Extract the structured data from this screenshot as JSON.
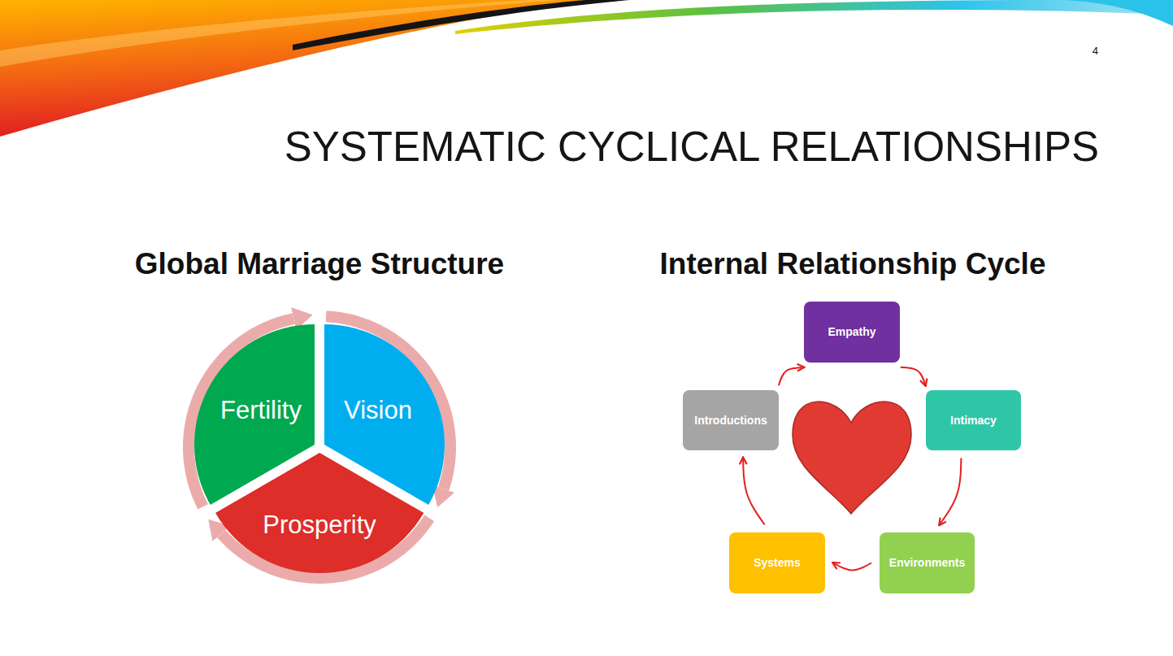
{
  "diagram": {
    "title": "SYSTEMATIC CYCLICAL RELATIONSHIPS",
    "nodes": [
      {
        "text": [
          "Fertility"
        ]
      },
      {
        "text": [
          "Vision"
        ]
      },
      {
        "text": [
          "Prosperity"
        ]
      },
      {
        "text": [
          "Empathy"
        ]
      },
      {
        "text": [
          "Intimacy"
        ]
      },
      {
        "text": [
          "Environments"
        ]
      },
      {
        "text": [
          "Systems"
        ]
      },
      {
        "text": [
          "Introductions"
        ]
      }
    ],
    "edges": [
      {
        "from": 0,
        "to": 1,
        "arrow": "to"
      },
      {
        "from": 1,
        "to": 2,
        "arrow": "to"
      },
      {
        "from": 2,
        "to": 0,
        "arrow": "to"
      },
      {
        "from": 7,
        "to": 3,
        "arrow": "to"
      },
      {
        "from": 3,
        "to": 4,
        "arrow": "to"
      },
      {
        "from": 4,
        "to": 5,
        "arrow": "to"
      },
      {
        "from": 5,
        "to": 6,
        "arrow": "to"
      },
      {
        "from": 6,
        "to": 7,
        "arrow": "to"
      }
    ],
    "labels": [
      "4",
      "Global Marriage Structure",
      "Internal Relationship Cycle"
    ]
  }
}
